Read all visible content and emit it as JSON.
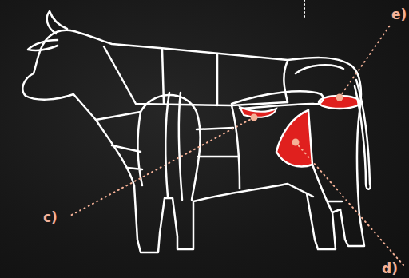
{
  "diagram": {
    "labels": [
      "e)",
      "c)",
      "d)"
    ]
  }
}
